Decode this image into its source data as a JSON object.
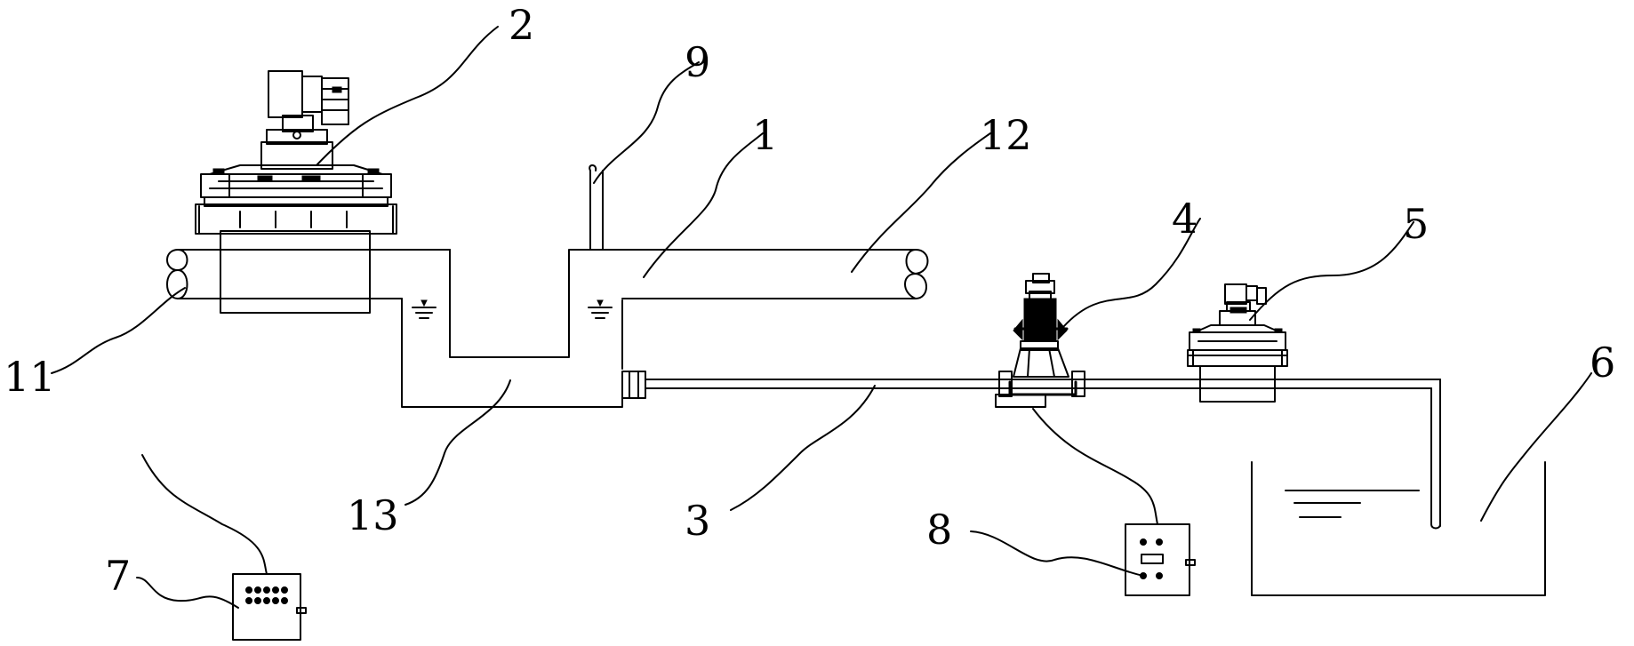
{
  "labels": {
    "l1": "1",
    "l2": "2",
    "l3": "3",
    "l4": "4",
    "l5": "5",
    "l6": "6",
    "l7": "7",
    "l8": "8",
    "l9": "9",
    "l11": "11",
    "l12": "12",
    "l13": "13"
  }
}
